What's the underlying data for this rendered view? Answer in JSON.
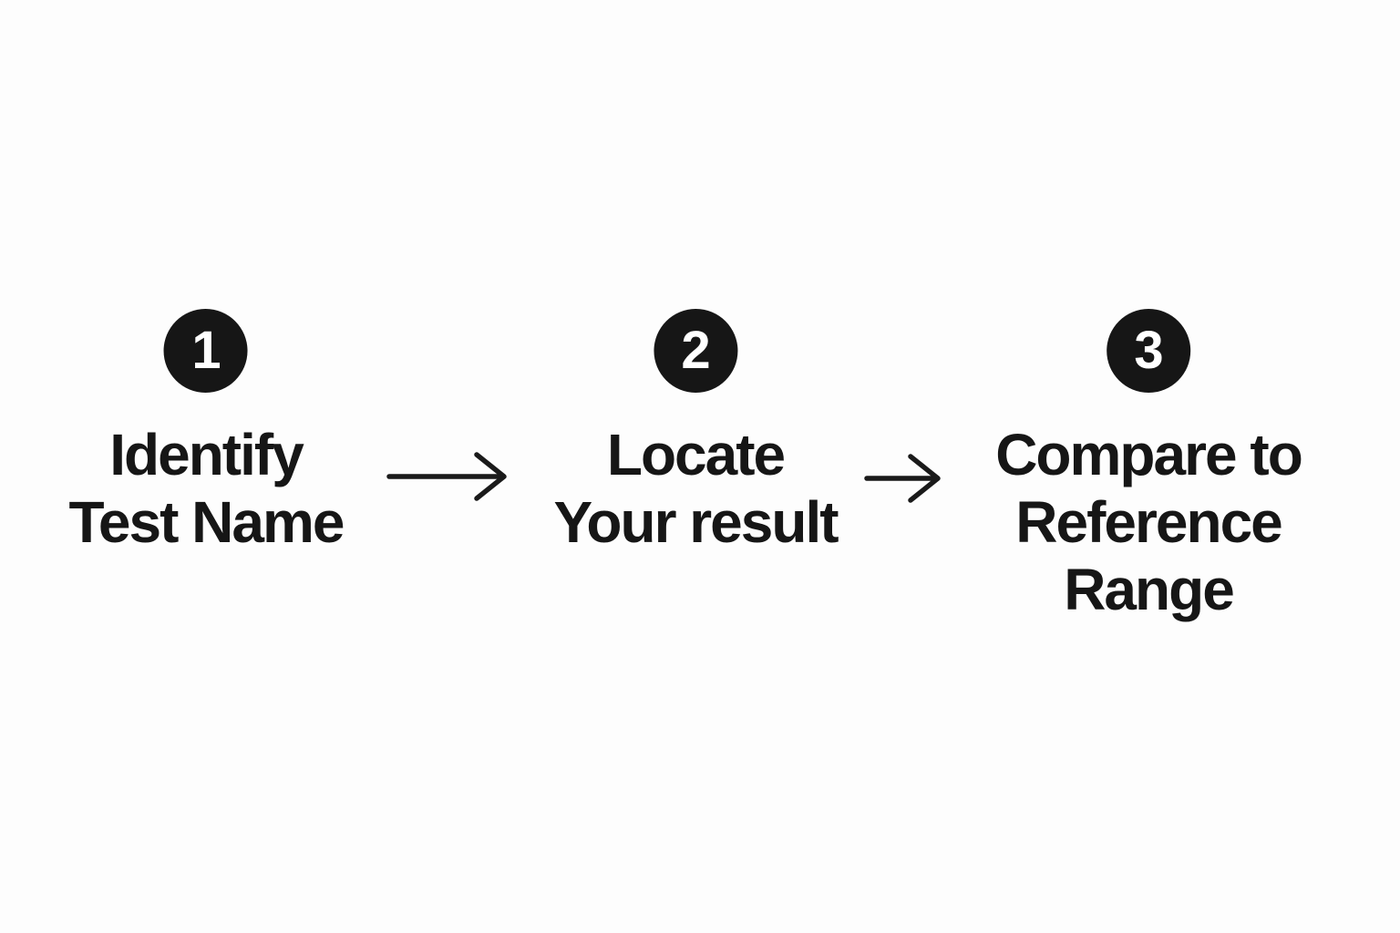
{
  "diagram": {
    "type": "process-flow",
    "colors": {
      "background": "#fdfdfd",
      "ink": "#161616",
      "badge_fill": "#161616",
      "badge_text": "#ffffff"
    },
    "steps": [
      {
        "number": "1",
        "lines": [
          "Identify",
          "Test Name"
        ]
      },
      {
        "number": "2",
        "lines": [
          "Locate",
          "Your result"
        ]
      },
      {
        "number": "3",
        "lines": [
          "Compare to",
          "Reference",
          "Range"
        ]
      }
    ],
    "connectors": [
      {
        "icon": "arrow-right-icon",
        "from_step": "1",
        "to_step": "2"
      },
      {
        "icon": "arrow-right-icon",
        "from_step": "2",
        "to_step": "3"
      }
    ]
  }
}
